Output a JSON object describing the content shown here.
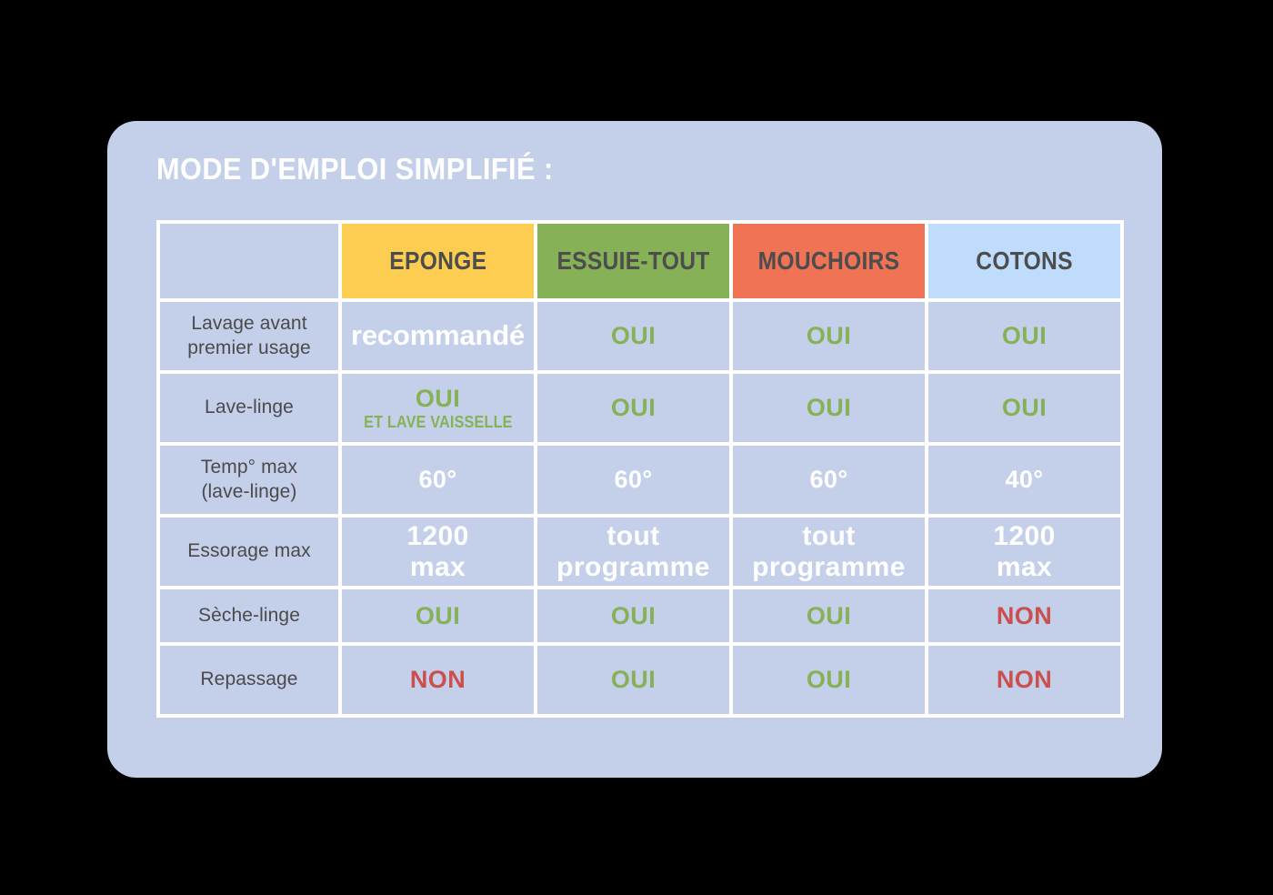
{
  "card": {
    "background": "#c4cfea",
    "title": "MODE D'EMPLOI SIMPLIFIÉ :"
  },
  "colors": {
    "yes": "#86b157",
    "no": "#cb4f4c",
    "value_white": "#ffffff",
    "label_text": "#4a4a4a",
    "cell_bg": "#c4cfea",
    "grid_line": "#ffffff",
    "header_eponge": "#fdcd52",
    "header_essuie_tout": "#86b157",
    "header_mouchoirs": "#ef7354",
    "header_cotons": "#c0dcfd"
  },
  "table": {
    "corner_label": "",
    "columns": [
      {
        "label": "EPONGE",
        "bg": "#fdcd52"
      },
      {
        "label": "ESSUIE-TOUT",
        "bg": "#86b157"
      },
      {
        "label": "MOUCHOIRS",
        "bg": "#ef7354"
      },
      {
        "label": "COTONS",
        "bg": "#c0dcfd"
      }
    ],
    "rows": [
      {
        "label_line1": "Lavage avant",
        "label_line2": "premier usage",
        "cells": [
          {
            "main": "recommandé",
            "sub": "",
            "color": "white",
            "size": "wide"
          },
          {
            "main": "OUI",
            "sub": "",
            "color": "green",
            "size": "normal"
          },
          {
            "main": "OUI",
            "sub": "",
            "color": "green",
            "size": "normal"
          },
          {
            "main": "OUI",
            "sub": "",
            "color": "green",
            "size": "normal"
          }
        ]
      },
      {
        "label_line1": "Lave-linge",
        "label_line2": "",
        "cells": [
          {
            "main": "OUI",
            "sub": "ET LAVE VAISSELLE",
            "color": "green",
            "size": "normal"
          },
          {
            "main": "OUI",
            "sub": "",
            "color": "green",
            "size": "normal"
          },
          {
            "main": "OUI",
            "sub": "",
            "color": "green",
            "size": "normal"
          },
          {
            "main": "OUI",
            "sub": "",
            "color": "green",
            "size": "normal"
          }
        ]
      },
      {
        "label_line1": "Temp° max",
        "label_line2": "(lave-linge)",
        "cells": [
          {
            "main": "60°",
            "sub": "",
            "color": "white",
            "size": "normal"
          },
          {
            "main": "60°",
            "sub": "",
            "color": "white",
            "size": "normal"
          },
          {
            "main": "60°",
            "sub": "",
            "color": "white",
            "size": "normal"
          },
          {
            "main": "40°",
            "sub": "",
            "color": "white",
            "size": "normal"
          }
        ]
      },
      {
        "label_line1": "Essorage max",
        "label_line2": "",
        "cells": [
          {
            "main": "1200",
            "sub2": "max",
            "color": "white",
            "size": "big"
          },
          {
            "main": "tout",
            "sub2": "programme",
            "color": "white",
            "size": "big"
          },
          {
            "main": "tout",
            "sub2": "programme",
            "color": "white",
            "size": "big"
          },
          {
            "main": "1200",
            "sub2": "max",
            "color": "white",
            "size": "big"
          }
        ]
      },
      {
        "label_line1": "Sèche-linge",
        "label_line2": "",
        "short": true,
        "cells": [
          {
            "main": "OUI",
            "sub": "",
            "color": "green",
            "size": "normal"
          },
          {
            "main": "OUI",
            "sub": "",
            "color": "green",
            "size": "normal"
          },
          {
            "main": "OUI",
            "sub": "",
            "color": "green",
            "size": "normal"
          },
          {
            "main": "NON",
            "sub": "",
            "color": "red",
            "size": "normal"
          }
        ]
      },
      {
        "label_line1": "Repassage",
        "label_line2": "",
        "cells": [
          {
            "main": "NON",
            "sub": "",
            "color": "red",
            "size": "normal"
          },
          {
            "main": "OUI",
            "sub": "",
            "color": "green",
            "size": "normal"
          },
          {
            "main": "OUI",
            "sub": "",
            "color": "green",
            "size": "normal"
          },
          {
            "main": "NON",
            "sub": "",
            "color": "red",
            "size": "normal"
          }
        ]
      }
    ]
  }
}
